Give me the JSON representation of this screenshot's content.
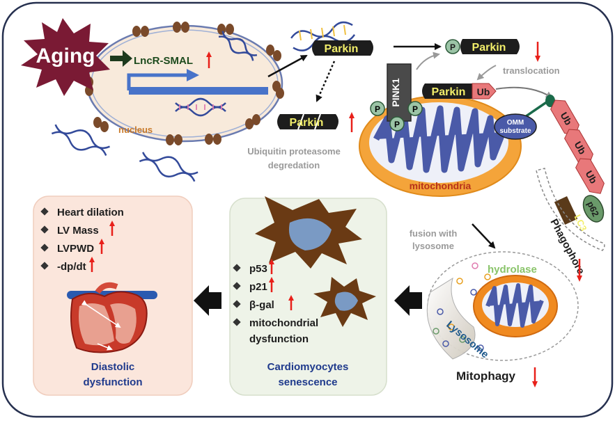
{
  "aging": "Aging",
  "lncr": "LncR-SMAL",
  "nucleus": "nucleus",
  "parkin": "Parkin",
  "p": "P",
  "ub": "Ub",
  "pink1": "PINK1",
  "translocation": "translocation",
  "ups_line1": "Ubiquitin proteasome",
  "ups_line2": "degredation",
  "omm_line1": "OMM",
  "omm_line2": "substrate",
  "mitochondria": "mitochondria",
  "p62": "p62",
  "lc3": "LC3",
  "phagophore": "Phagophore",
  "fusion_line1": "fusion with",
  "fusion_line2": "lysosome",
  "hydrolase": "hydrolase",
  "lysosome": "Lysosome",
  "mitophagy": "Mitophagy",
  "senescence": {
    "items": [
      "p53",
      "p21",
      "β-gal",
      "mitochondrial"
    ],
    "item_extra": "dysfunction",
    "title1": "Cardiomyocytes",
    "title2": "senescence"
  },
  "heart": {
    "items": [
      "Heart dilation",
      "LV Mass",
      "LVPWD",
      "-dp/dt"
    ],
    "title1": "Diastolic",
    "title2": "dysfunction"
  },
  "colors": {
    "up_arrow": "#e8201a",
    "parkin_fill": "#1d1d1d",
    "parkin_text": "#f2ee6a",
    "ub_fill": "#e8787a",
    "mito_outer": "#f4a43a",
    "mito_inner": "#4a5aa8",
    "title_blue": "#1f3a8c",
    "aging_fill": "#7a1a34"
  }
}
